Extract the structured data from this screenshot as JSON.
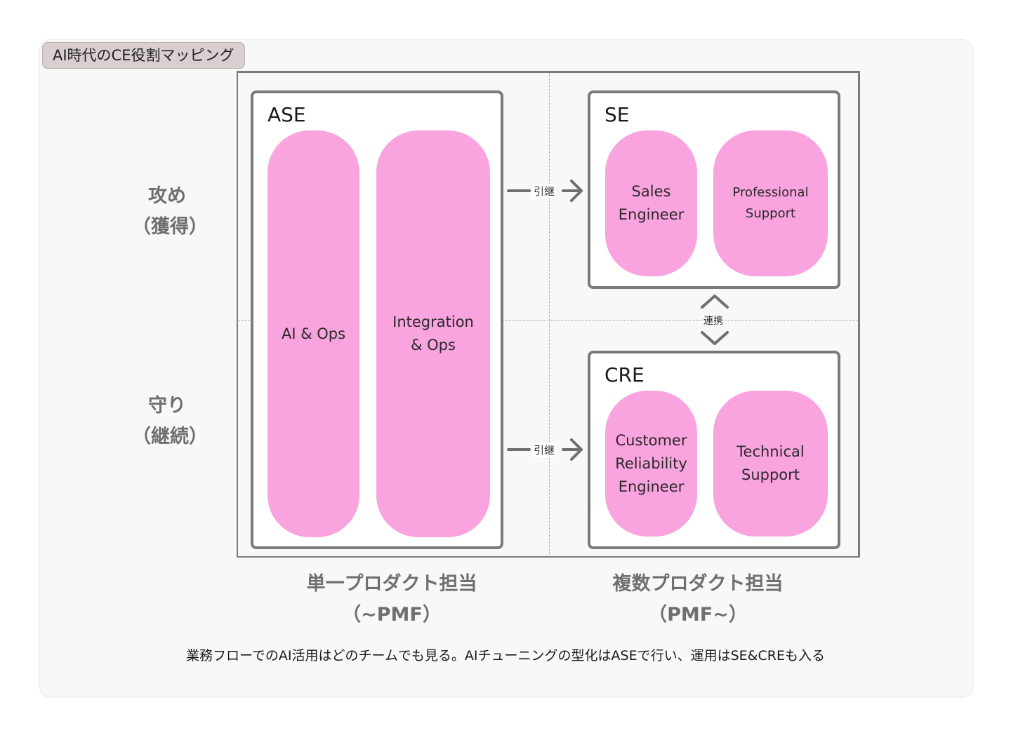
{
  "title": "AI時代のCE役割マッピング",
  "rows": {
    "top": {
      "line1": "攻め",
      "line2": "（獲得）"
    },
    "bottom": {
      "line1": "守り",
      "line2": "（継続）"
    }
  },
  "columns": {
    "left": {
      "line1": "単一プロダクト担当",
      "line2": "（~PMF）"
    },
    "right": {
      "line1": "複数プロダクト担当",
      "line2": "（PMF~）"
    }
  },
  "groups": {
    "ase": {
      "label": "ASE",
      "roles": [
        {
          "line1": "AI & Ops",
          "line2": ""
        },
        {
          "line1": "Integration",
          "line2": "& Ops"
        }
      ]
    },
    "se": {
      "label": "SE",
      "roles": [
        {
          "line1": "Sales",
          "line2": "Engineer"
        },
        {
          "line1": "Professional",
          "line2": "Support"
        }
      ]
    },
    "cre": {
      "label": "CRE",
      "roles": [
        {
          "line1": "Customer",
          "line2": "Reliability",
          "line3": "Engineer"
        },
        {
          "line1": "Technical",
          "line2": "Support"
        }
      ]
    }
  },
  "connectors": {
    "handover_top": "引継",
    "handover_bottom": "引継",
    "collaboration": "連携"
  },
  "colors": {
    "pill": "#f9a3df",
    "border": "#7a7a7a",
    "title_tag": "#d9cfcf"
  },
  "footnote": "業務フローでのAI活用はどのチームでも見る。AIチューニングの型化はASEで行い、運用はSE&CREも入る"
}
